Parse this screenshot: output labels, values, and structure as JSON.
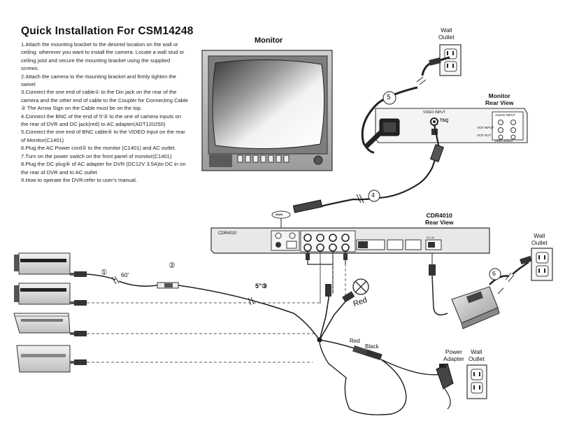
{
  "title": "Quick Installation For CSM14248",
  "steps": [
    "1.Attach the mounting bracket to the desired location on the wall or ceiling. wherever you want to install the camera. Locate a wall stud or ceiling joist and secure the mounting bracket using the supplied screws.",
    "2.Attach the camera to the mounting bracket and firmly tighten the swivel",
    "3.Connect the one end of cable① to the Din jack on the rear of the camera and the other end of cable to the Coupler for Connecting Cable ② The Arrow Sign on the Cable must be on the top.",
    "4.Connect the BNC of the end of 5'③ to the one of camera inputs on the rear of DVR and DC jack(red) to AC adapter(ADT120250)",
    "5.Connect the one end of BNC cable④ to the VIDEO input on the rear of Monitor(C1401)",
    "6.Plug the AC Power cord⑤ to the monitor (C1401) and AC outlet.",
    "7.Turn on the power switch on the front panel of monitor(C1401)",
    "8.Plug the DC plug⑥ of AC adapter for DVR (DC12V 3.5A)to DC in on the rear of DVR and to AC outlet",
    "9.How to operate the DVR:refer to user's manual."
  ],
  "labels": {
    "monitor": "Monitor",
    "monitor_rear_line1": "Monitor",
    "monitor_rear_line2": "Rear View",
    "wall_outlet_line1": "Wall",
    "wall_outlet_line2": "Outlet",
    "dvr_rear_line1": "CDR4010",
    "dvr_rear_line2": "Rear View",
    "dvr_panel_model": "CDR4010",
    "power_adapter_line1": "Power",
    "power_adapter_line2": "Adapter",
    "red": "Red",
    "red_cable": "Red",
    "black_cable": "Black",
    "cable_length": "60'",
    "cable_5ft": "5\"③",
    "main_tag": "MAIN",
    "video_input": "VIDEO INPUT",
    "tsq": "TSQ",
    "audio_input": "AUDIO INPUT",
    "vcr_input": "VCR INPUT",
    "vcr_out": "VCR OUT",
    "video_audio": "VIDEO  AUDIO",
    "dc_in": "DC IN"
  },
  "callouts": {
    "c1": "①",
    "c2": "②",
    "c4": "4",
    "c5": "5",
    "c6": "6"
  }
}
